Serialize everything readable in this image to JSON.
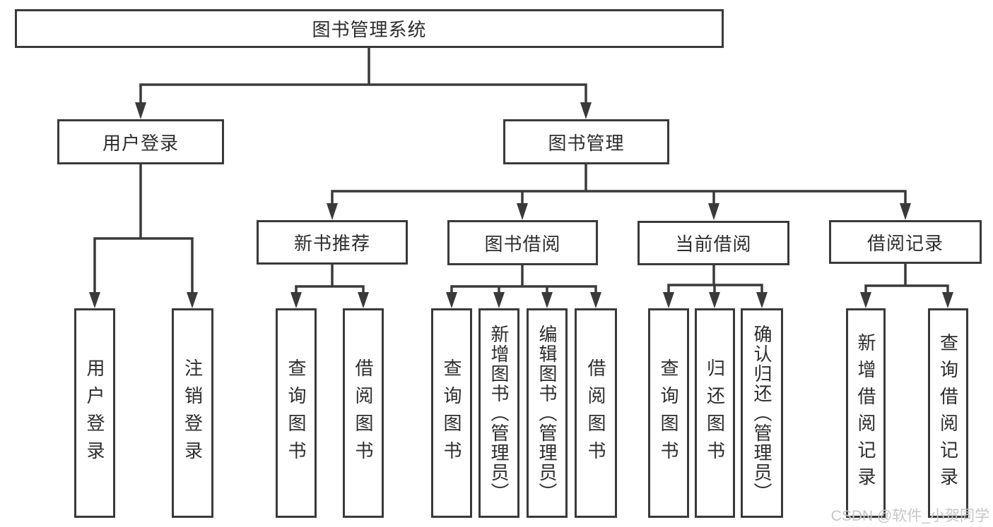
{
  "tree": {
    "label": "图书管理系统",
    "children": [
      {
        "label": "用户登录",
        "children": [
          {
            "label": "用户登录"
          },
          {
            "label": "注销登录"
          }
        ]
      },
      {
        "label": "图书管理",
        "children": [
          {
            "label": "新书推荐",
            "children": [
              {
                "label": "查询图书"
              },
              {
                "label": "借阅图书"
              }
            ]
          },
          {
            "label": "图书借阅",
            "children": [
              {
                "label": "查询图书"
              },
              {
                "label": "新增图书（管理员）"
              },
              {
                "label": "编辑图书（管理员）"
              },
              {
                "label": "借阅图书"
              }
            ]
          },
          {
            "label": "当前借阅",
            "children": [
              {
                "label": "查询图书"
              },
              {
                "label": "归还图书"
              },
              {
                "label": "确认归还（管理员）"
              }
            ]
          },
          {
            "label": "借阅记录",
            "children": [
              {
                "label": "新增借阅记录"
              },
              {
                "label": "查询借阅记录"
              }
            ]
          }
        ]
      }
    ]
  },
  "watermark": "CSDN @软件_小贺同学",
  "colors": {
    "line": "#3a3a3a",
    "box_border": "#3a3a3a",
    "text": "#2d2d2d",
    "watermark": "#c6c6c6",
    "background": "#ffffff"
  }
}
